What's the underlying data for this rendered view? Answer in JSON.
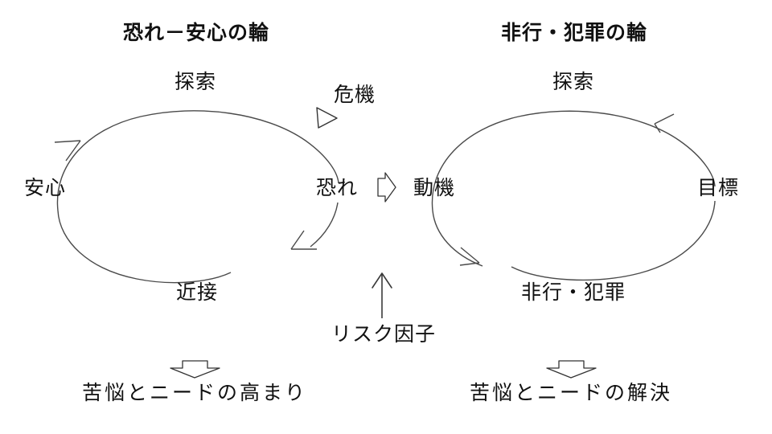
{
  "diagram": {
    "background_color": "#ffffff",
    "ink_color": "#111111",
    "stroke_color": "#444444"
  },
  "left_cycle": {
    "title": "恐れ－安心の輪",
    "nodes": {
      "top": "探索",
      "left": "安心",
      "right": "恐れ",
      "bottom": "近接"
    },
    "direction": "clockwise",
    "outcome": "苦悩とニードの高まり"
  },
  "right_cycle": {
    "title": "非行・犯罪の輪",
    "nodes": {
      "top": "探索",
      "left": "動機",
      "right": "目標",
      "bottom": "非行・犯罪"
    },
    "direction": "counterclockwise",
    "outcome": "苦悩とニードの解決"
  },
  "connectors": {
    "crisis_label": "危機",
    "risk_factor_label": "リスク因子",
    "crisis_marker": "hollow-triangle-icon",
    "bridge_marker": "hollow-right-arrow-icon",
    "risk_marker": "up-arrow-icon",
    "outcome_marker": "hollow-down-arrow-icon"
  }
}
